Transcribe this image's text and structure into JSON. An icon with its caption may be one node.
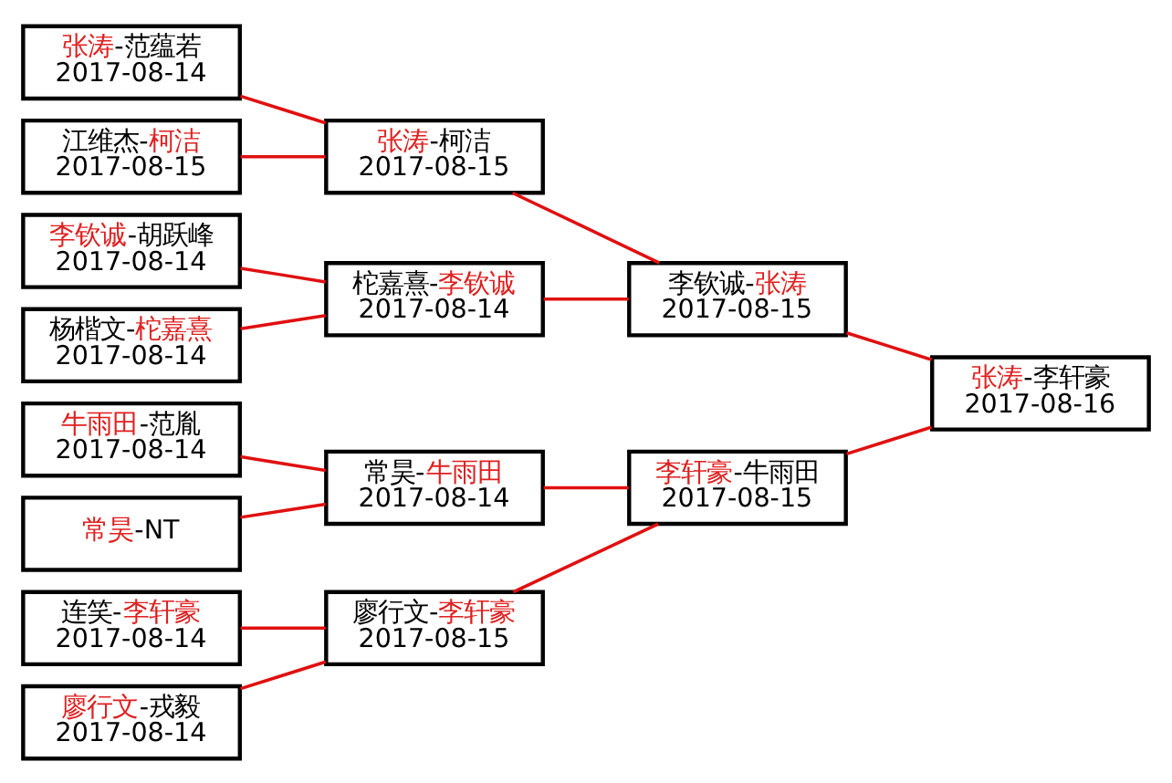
{
  "diagram": {
    "nodes": [
      {
        "text": [
          "**张涛**-范蕴若",
          "2017-08-14"
        ]
      },
      {
        "text": [
          "江维杰-**柯洁**",
          "2017-08-15"
        ]
      },
      {
        "text": [
          "**李钦诚**-胡跃峰",
          "2017-08-14"
        ]
      },
      {
        "text": [
          "杨楷文-**柁嘉熹**",
          "2017-08-14"
        ]
      },
      {
        "text": [
          "连笑-**李轩豪**",
          "2017-08-14"
        ]
      },
      {
        "text": [
          "**廖行文**-戎毅",
          "2017-08-14"
        ]
      },
      {
        "text": [
          "**牛雨田**-范胤",
          "2017-08-14"
        ]
      },
      {
        "text": [
          "**常昊**-NT"
        ]
      },
      {
        "text": [
          "**张涛**-柯洁",
          "2017-08-15"
        ]
      },
      {
        "text": [
          "柁嘉熹-**李钦诚**",
          "2017-08-14"
        ]
      },
      {
        "text": [
          "廖行文-**李轩豪**",
          "2017-08-15"
        ]
      },
      {
        "text": [
          "常昊-**牛雨田**",
          "2017-08-14"
        ]
      },
      {
        "text": [
          "李钦诚-**张涛**",
          "2017-08-15"
        ]
      },
      {
        "text": [
          "**李轩豪**-牛雨田",
          "2017-08-15"
        ]
      },
      {
        "text": [
          "**张涛**-李轩豪",
          "2017-08-16"
        ]
      }
    ],
    "edges": [
      {
        "from": 0,
        "to": 8,
        "arrow": "none"
      },
      {
        "from": 1,
        "to": 8,
        "arrow": "none"
      },
      {
        "from": 2,
        "to": 9,
        "arrow": "none"
      },
      {
        "from": 3,
        "to": 9,
        "arrow": "none"
      },
      {
        "from": 4,
        "to": 10,
        "arrow": "none"
      },
      {
        "from": 5,
        "to": 10,
        "arrow": "none"
      },
      {
        "from": 6,
        "to": 11,
        "arrow": "none"
      },
      {
        "from": 7,
        "to": 11,
        "arrow": "none"
      },
      {
        "from": 8,
        "to": 12,
        "arrow": "none"
      },
      {
        "from": 9,
        "to": 12,
        "arrow": "none"
      },
      {
        "from": 10,
        "to": 13,
        "arrow": "none"
      },
      {
        "from": 11,
        "to": 13,
        "arrow": "none"
      },
      {
        "from": 12,
        "to": 14,
        "arrow": "none"
      },
      {
        "from": 13,
        "to": 14,
        "arrow": "none"
      }
    ]
  }
}
